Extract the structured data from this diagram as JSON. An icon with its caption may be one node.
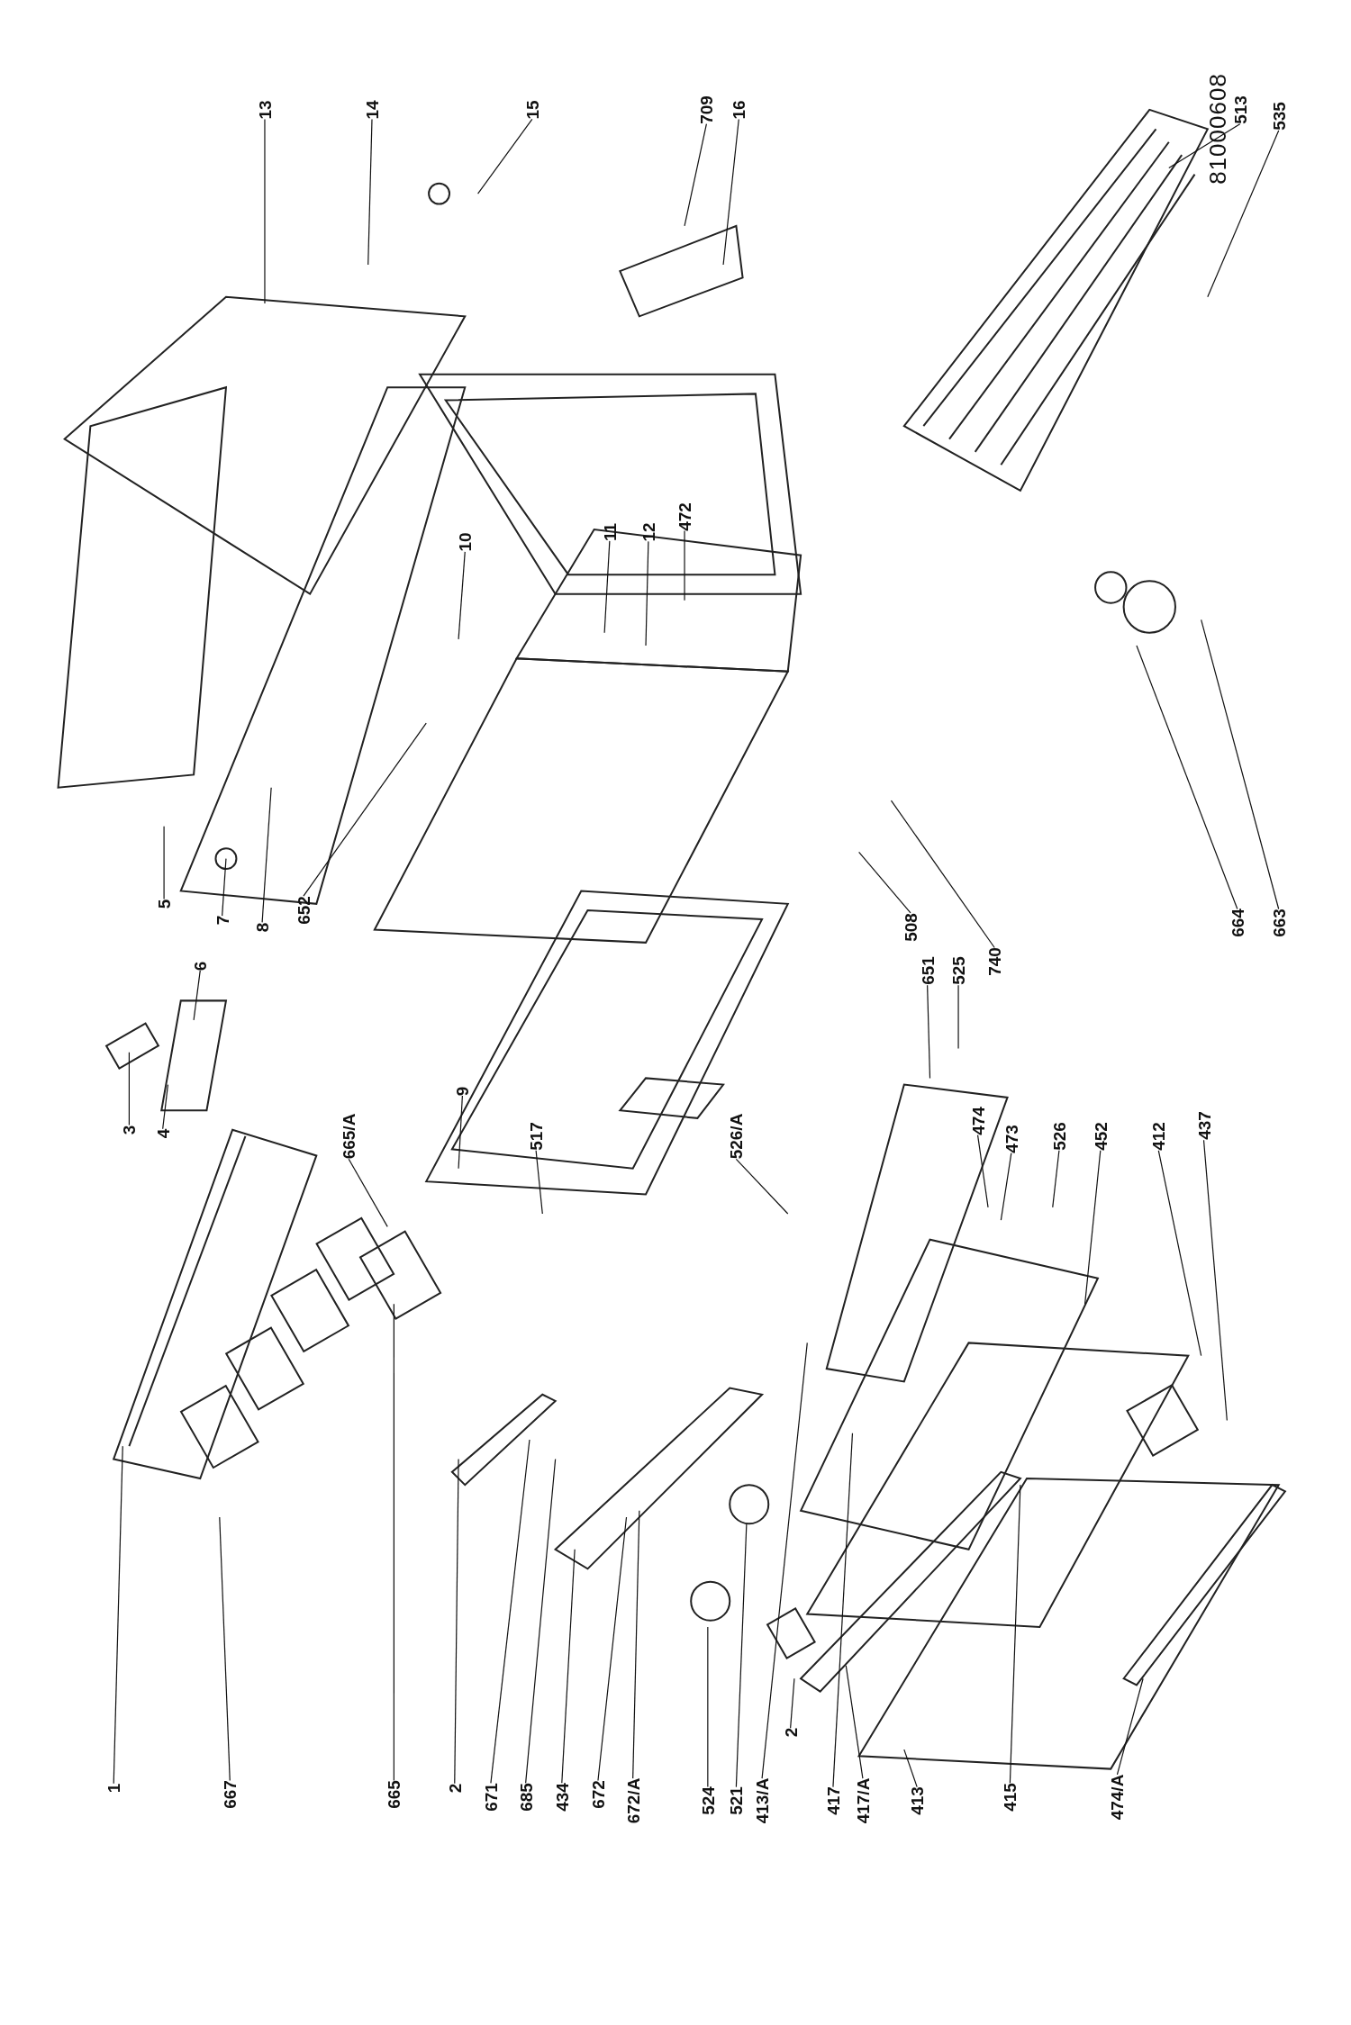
{
  "diagram": {
    "nodes": [
      {
        "text": [
          "13"
        ]
      },
      {
        "text": [
          "14"
        ]
      },
      {
        "text": [
          "15"
        ]
      },
      {
        "text": [
          "709"
        ]
      },
      {
        "text": [
          "16"
        ]
      },
      {
        "text": [
          "513"
        ]
      },
      {
        "text": [
          "535"
        ]
      },
      {
        "text": [
          "10"
        ]
      },
      {
        "text": [
          "11"
        ]
      },
      {
        "text": [
          "12"
        ]
      },
      {
        "text": [
          "472"
        ]
      },
      {
        "text": [
          "5"
        ]
      },
      {
        "text": [
          "7"
        ]
      },
      {
        "text": [
          "8"
        ]
      },
      {
        "text": [
          "652"
        ]
      },
      {
        "text": [
          "6"
        ]
      },
      {
        "text": [
          "3"
        ]
      },
      {
        "text": [
          "4"
        ]
      },
      {
        "text": [
          "9"
        ]
      },
      {
        "text": [
          "508"
        ]
      },
      {
        "text": [
          "651"
        ]
      },
      {
        "text": [
          "525"
        ]
      },
      {
        "text": [
          "740"
        ]
      },
      {
        "text": [
          "664"
        ]
      },
      {
        "text": [
          "663"
        ]
      },
      {
        "text": [
          "665/A"
        ]
      },
      {
        "text": [
          "517"
        ]
      },
      {
        "text": [
          "526/A"
        ]
      },
      {
        "text": [
          "474"
        ]
      },
      {
        "text": [
          "473"
        ]
      },
      {
        "text": [
          "526"
        ]
      },
      {
        "text": [
          "452"
        ]
      },
      {
        "text": [
          "412"
        ]
      },
      {
        "text": [
          "437"
        ]
      },
      {
        "text": [
          "1"
        ]
      },
      {
        "text": [
          "667"
        ]
      },
      {
        "text": [
          "665"
        ]
      },
      {
        "text": [
          "2"
        ]
      },
      {
        "text": [
          "671"
        ]
      },
      {
        "text": [
          "685"
        ]
      },
      {
        "text": [
          "434"
        ]
      },
      {
        "text": [
          "672"
        ]
      },
      {
        "text": [
          "672/A"
        ]
      },
      {
        "text": [
          "524"
        ]
      },
      {
        "text": [
          "521"
        ]
      },
      {
        "text": [
          "413/A"
        ]
      },
      {
        "text": [
          "2"
        ]
      },
      {
        "text": [
          "417"
        ]
      },
      {
        "text": [
          "417/A"
        ]
      },
      {
        "text": [
          "413"
        ]
      },
      {
        "text": [
          "415"
        ]
      },
      {
        "text": [
          "474/A"
        ]
      }
    ],
    "edges": [
      {
        "from": 0,
        "to": null,
        "arrow": "none"
      },
      {
        "from": 1,
        "to": null,
        "arrow": "none"
      },
      {
        "from": 2,
        "to": null,
        "arrow": "none"
      },
      {
        "from": 3,
        "to": null,
        "arrow": "none"
      },
      {
        "from": 4,
        "to": null,
        "arrow": "none"
      },
      {
        "from": 5,
        "to": null,
        "arrow": "none"
      },
      {
        "from": 6,
        "to": null,
        "arrow": "none"
      },
      {
        "from": 7,
        "to": null,
        "arrow": "none"
      },
      {
        "from": 8,
        "to": null,
        "arrow": "none"
      },
      {
        "from": 9,
        "to": null,
        "arrow": "none"
      },
      {
        "from": 10,
        "to": null,
        "arrow": "none"
      },
      {
        "from": 11,
        "to": null,
        "arrow": "none"
      },
      {
        "from": 12,
        "to": null,
        "arrow": "none"
      },
      {
        "from": 13,
        "to": null,
        "arrow": "none"
      },
      {
        "from": 14,
        "to": null,
        "arrow": "none"
      },
      {
        "from": 15,
        "to": null,
        "arrow": "none"
      },
      {
        "from": 16,
        "to": null,
        "arrow": "none"
      },
      {
        "from": 17,
        "to": null,
        "arrow": "none"
      },
      {
        "from": 18,
        "to": null,
        "arrow": "none"
      },
      {
        "from": 19,
        "to": null,
        "arrow": "none"
      },
      {
        "from": 20,
        "to": null,
        "arrow": "none"
      },
      {
        "from": 21,
        "to": null,
        "arrow": "none"
      },
      {
        "from": 22,
        "to": null,
        "arrow": "none"
      },
      {
        "from": 23,
        "to": null,
        "arrow": "none"
      },
      {
        "from": 24,
        "to": null,
        "arrow": "none"
      },
      {
        "from": 25,
        "to": null,
        "arrow": "none"
      },
      {
        "from": 26,
        "to": null,
        "arrow": "none"
      },
      {
        "from": 27,
        "to": null,
        "arrow": "none"
      },
      {
        "from": 28,
        "to": null,
        "arrow": "none"
      },
      {
        "from": 29,
        "to": null,
        "arrow": "none"
      },
      {
        "from": 30,
        "to": null,
        "arrow": "none"
      },
      {
        "from": 31,
        "to": null,
        "arrow": "none"
      },
      {
        "from": 32,
        "to": null,
        "arrow": "none"
      },
      {
        "from": 33,
        "to": null,
        "arrow": "none"
      },
      {
        "from": 34,
        "to": null,
        "arrow": "none"
      },
      {
        "from": 35,
        "to": null,
        "arrow": "none"
      },
      {
        "from": 36,
        "to": null,
        "arrow": "none"
      },
      {
        "from": 37,
        "to": null,
        "arrow": "none"
      },
      {
        "from": 38,
        "to": null,
        "arrow": "none"
      },
      {
        "from": 39,
        "to": null,
        "arrow": "none"
      },
      {
        "from": 40,
        "to": null,
        "arrow": "none"
      },
      {
        "from": 41,
        "to": null,
        "arrow": "none"
      },
      {
        "from": 42,
        "to": null,
        "arrow": "none"
      },
      {
        "from": 43,
        "to": null,
        "arrow": "none"
      },
      {
        "from": 44,
        "to": null,
        "arrow": "none"
      },
      {
        "from": 45,
        "to": null,
        "arrow": "none"
      },
      {
        "from": 46,
        "to": null,
        "arrow": "none"
      },
      {
        "from": 47,
        "to": null,
        "arrow": "none"
      },
      {
        "from": 48,
        "to": null,
        "arrow": "none"
      },
      {
        "from": 49,
        "to": null,
        "arrow": "none"
      },
      {
        "from": 50,
        "to": null,
        "arrow": "none"
      },
      {
        "from": 51,
        "to": null,
        "arrow": "none"
      }
    ],
    "labels": [
      "81000608"
    ]
  }
}
